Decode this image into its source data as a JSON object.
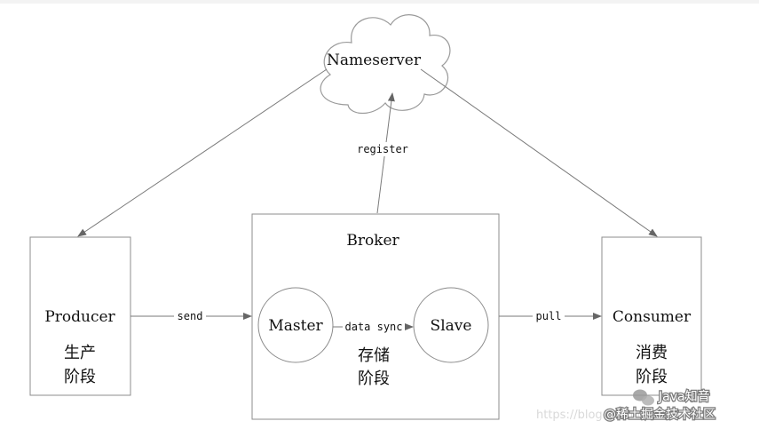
{
  "nameserver": {
    "label": "Nameserver"
  },
  "broker": {
    "label": "Broker",
    "master": "Master",
    "slave": "Slave",
    "sync_label": "data sync",
    "stage_line1": "存储",
    "stage_line2": "阶段"
  },
  "producer": {
    "label": "Producer",
    "stage_line1": "生产",
    "stage_line2": "阶段"
  },
  "consumer": {
    "label": "Consumer",
    "stage_line1": "消费",
    "stage_line2": "阶段"
  },
  "edges": {
    "register": "register",
    "send": "send",
    "pull": "pull"
  },
  "watermark": {
    "account": "Java知音",
    "community": "@稀土掘金技术社区",
    "url": "https://blog.csdn.net/u01"
  },
  "colors": {
    "stroke": "#8c8c8c",
    "text": "#111111"
  }
}
